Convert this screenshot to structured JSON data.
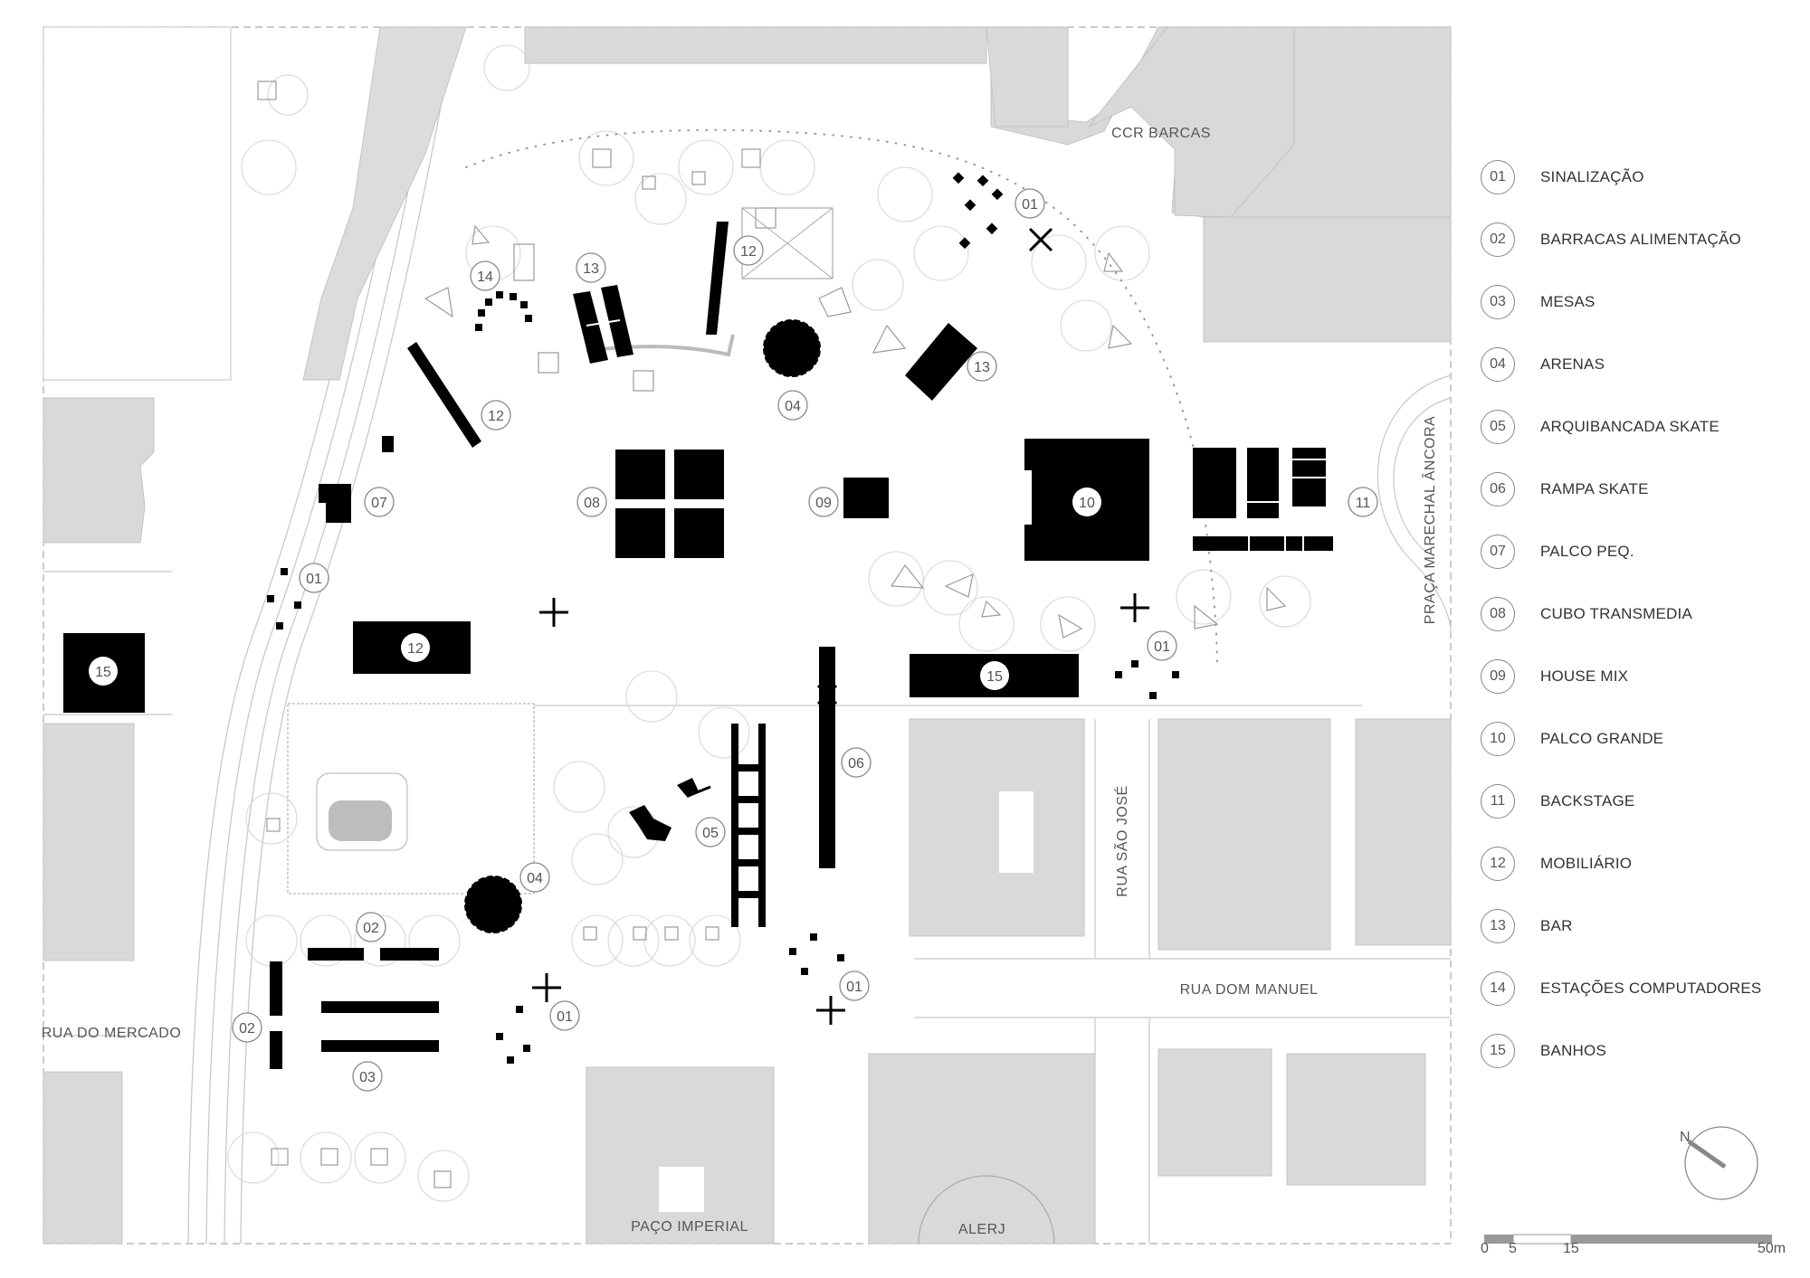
{
  "streets": {
    "ccr_barcas": "CCR BARCAS",
    "praca_marechal": "PRAÇA MARECHAL ÂNCORA",
    "rua_sao_jose": "RUA SÃO JOSÉ",
    "rua_dom_manuel": "RUA DOM MANUEL",
    "rua_do_mercado": "RUA DO MERCADO",
    "paco_imperial": "PAÇO IMPERIAL",
    "alerj": "ALERJ"
  },
  "legend": [
    {
      "num": "01",
      "label": "SINALIZAÇÃO"
    },
    {
      "num": "02",
      "label": "BARRACAS ALIMENTAÇÃO"
    },
    {
      "num": "03",
      "label": "MESAS"
    },
    {
      "num": "04",
      "label": "ARENAS"
    },
    {
      "num": "05",
      "label": "ARQUIBANCADA SKATE"
    },
    {
      "num": "06",
      "label": "RAMPA SKATE"
    },
    {
      "num": "07",
      "label": "PALCO PEQ."
    },
    {
      "num": "08",
      "label": "CUBO TRANSMEDIA"
    },
    {
      "num": "09",
      "label": "HOUSE MIX"
    },
    {
      "num": "10",
      "label": "PALCO GRANDE"
    },
    {
      "num": "11",
      "label": "BACKSTAGE"
    },
    {
      "num": "12",
      "label": "MOBILIÁRIO"
    },
    {
      "num": "13",
      "label": "BAR"
    },
    {
      "num": "14",
      "label": "ESTAÇÕES COMPUTADORES"
    },
    {
      "num": "15",
      "label": "BANHOS"
    }
  ],
  "map_labels": {
    "n01": "01",
    "n02": "02",
    "n03": "03",
    "n04": "04",
    "n05": "05",
    "n06": "06",
    "n07": "07",
    "n08": "08",
    "n09": "09",
    "n10": "10",
    "n11": "11",
    "n12": "12",
    "n13": "13",
    "n14": "14",
    "n15": "15"
  },
  "north": "N",
  "scale": [
    "0",
    "5",
    "15",
    "50m"
  ],
  "colors": {
    "building": "#d9d9d9",
    "element": "#000000",
    "line": "#bdbdbd",
    "text": "#555555"
  }
}
